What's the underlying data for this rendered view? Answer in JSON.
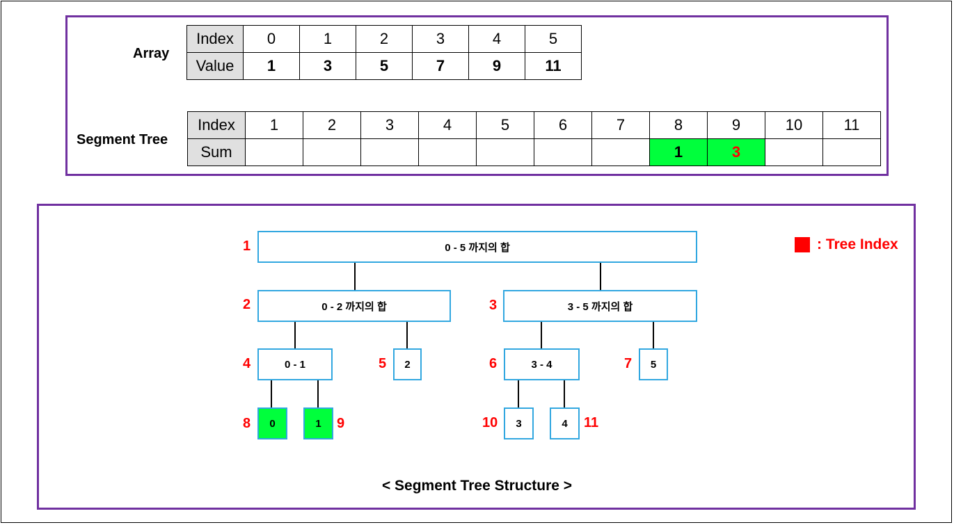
{
  "array": {
    "label": "Array",
    "index_header": "Index",
    "value_header": "Value",
    "indices": [
      "0",
      "1",
      "2",
      "3",
      "4",
      "5"
    ],
    "values": [
      "1",
      "3",
      "5",
      "7",
      "9",
      "11"
    ]
  },
  "segment_tree": {
    "label": "Segment Tree",
    "index_header": "Index",
    "sum_header": "Sum",
    "indices": [
      "1",
      "2",
      "3",
      "4",
      "5",
      "6",
      "7",
      "8",
      "9",
      "10",
      "11"
    ],
    "sums": [
      "",
      "",
      "",
      "",
      "",
      "",
      "",
      "1",
      "3",
      "",
      ""
    ]
  },
  "tree": {
    "nodes": [
      {
        "index": "1",
        "label": "0 - 5 까지의 합"
      },
      {
        "index": "2",
        "label": "0 - 2 까지의 합"
      },
      {
        "index": "3",
        "label": "3 - 5 까지의 합"
      },
      {
        "index": "4",
        "label": "0 - 1"
      },
      {
        "index": "5",
        "label": "2"
      },
      {
        "index": "6",
        "label": "3 - 4"
      },
      {
        "index": "7",
        "label": "5"
      },
      {
        "index": "8",
        "label": "0"
      },
      {
        "index": "9",
        "label": "1"
      },
      {
        "index": "10",
        "label": "3"
      },
      {
        "index": "11",
        "label": "4"
      }
    ],
    "legend": ": Tree Index",
    "legend_color": "#ff0000",
    "highlight_color": "#00ff3c",
    "node_border_color": "#31a7e0",
    "panel_border_color": "#7030a0",
    "caption": "< Segment Tree Structure >"
  }
}
